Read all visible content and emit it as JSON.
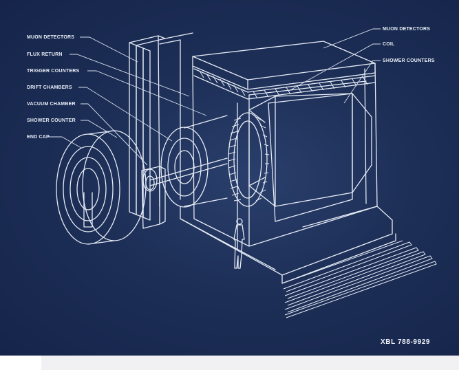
{
  "labels_left": [
    "MUON DETECTORS",
    "FLUX RETURN",
    "TRIGGER COUNTERS",
    "DRIFT CHAMBERS",
    "VACUUM CHAMBER",
    "SHOWER COUNTER",
    "END CAP"
  ],
  "labels_right": [
    "MUON DETECTORS",
    "COIL",
    "SHOWER COUNTERS"
  ],
  "reference_code": "XBL 788-9929",
  "colors": {
    "background": "#1d2f57",
    "line": "#e6ebf5",
    "footer_panel": "#f1f1f3"
  }
}
